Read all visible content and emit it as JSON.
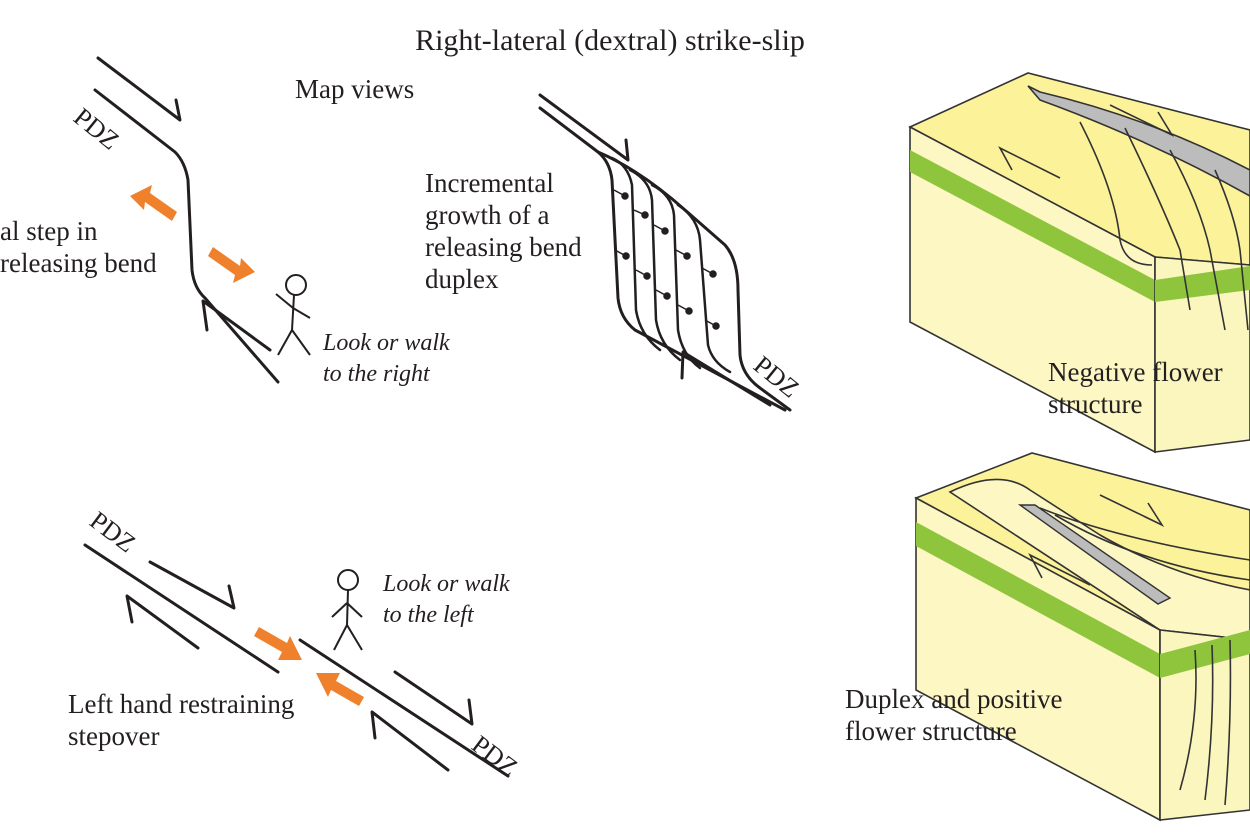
{
  "title": "Right-lateral (dextral) strike-slip",
  "map_views_label": "Map views",
  "panel_releasing": {
    "pdz": "PDZ",
    "label_line1": "al step in",
    "label_line2": "releasing bend",
    "look_line1": "Look or walk",
    "look_line2": "to the right"
  },
  "panel_duplex": {
    "label_lines": [
      "Incremental",
      "growth of a",
      "releasing bend",
      "duplex"
    ],
    "pdz": "PDZ"
  },
  "panel_restraining": {
    "pdz_top": "PDZ",
    "pdz_bottom": "PDZ",
    "look_line1": "Look or walk",
    "look_line2": "to the left",
    "label_line1": "Left hand restraining",
    "label_line2": "stepover"
  },
  "block_negative": {
    "label_line1": "Negative flower",
    "label_line2": "structure"
  },
  "block_positive": {
    "label_line1": "Duplex and positive",
    "label_line2": "flower structure"
  },
  "colors": {
    "arrow_orange": "#f0812c",
    "bed_green": "#8fc53c",
    "surface_yellow": "#fbf29a",
    "side_cream": "#fdf7c4",
    "graben_gray": "#bcbcbc",
    "ink": "#231f20"
  }
}
